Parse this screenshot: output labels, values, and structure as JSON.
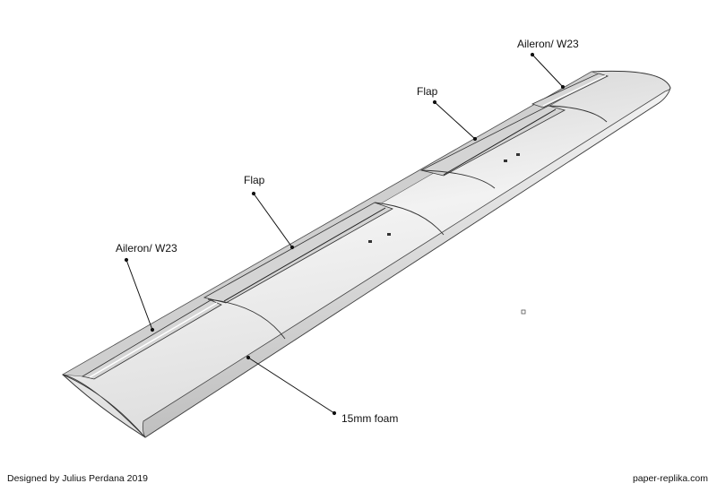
{
  "labels": {
    "aileron_left": "Aileron/ W23",
    "flap_left": "Flap",
    "flap_right": "Flap",
    "aileron_right": "Aileron/ W23",
    "foam": "15mm foam"
  },
  "footer": {
    "designer": "Designed by Julius Perdana 2019",
    "website": "paper-replika.com"
  }
}
